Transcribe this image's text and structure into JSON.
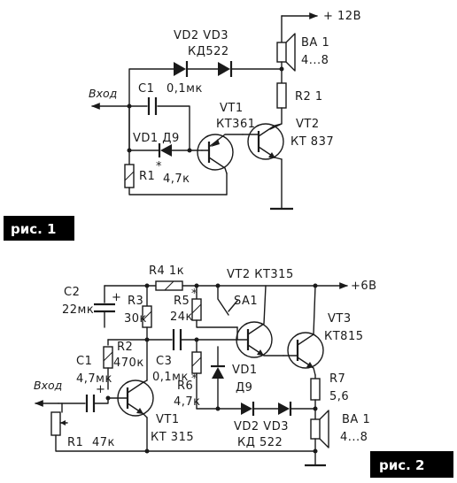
{
  "fig1": {
    "caption": "рис. 1",
    "supply": "+ 12В",
    "speaker": {
      "name": "ВА 1",
      "value": "4...8"
    },
    "diodes": {
      "names": "VD2  VD3",
      "type": "КД522"
    },
    "resistor_r2": "R2 1",
    "input": "Вход",
    "capacitor": {
      "name": "С1",
      "value": "0,1мк"
    },
    "vt1": {
      "name": "VT1",
      "type": "КТ361"
    },
    "vt2": {
      "name": "VT2",
      "type": "КТ 837"
    },
    "vd1": "VD1 Д9",
    "r1": {
      "name": "R1",
      "mark": "*",
      "value": "4,7к"
    }
  },
  "fig2": {
    "caption": "рис. 2",
    "r4": "R4  1к",
    "vt2_label": "VT2 КТ315",
    "supply": "+6В",
    "c2": {
      "name": "С2",
      "value": "22мк"
    },
    "plus": "+",
    "r3": {
      "name": "R3",
      "value": "30к"
    },
    "r5": {
      "name": "R5",
      "mark": "*",
      "value": "24к"
    },
    "sa1": "SA1",
    "vt3": {
      "name": "VТ3",
      "type": "КТ815"
    },
    "r2": {
      "name": "R2",
      "value": "470к"
    },
    "c3": {
      "name": "С3",
      "value": "0,1мк"
    },
    "c1": {
      "name": "С1",
      "value": "4,7мк"
    },
    "input": "Вход",
    "r6": {
      "name": "R6",
      "mark": "*",
      "value": "4,7к"
    },
    "vd1": {
      "name": "VD1",
      "type": "Д9"
    },
    "r7": {
      "name": "R7",
      "value": "5,6"
    },
    "vt1": {
      "name": "VT1",
      "type": "КТ 315"
    },
    "r1": {
      "name": "R1",
      "value": "47к"
    },
    "diodes": {
      "names": "VD2  VD3",
      "type": "КД 522"
    },
    "speaker": {
      "name": "ВА 1",
      "value": "4...8"
    }
  }
}
